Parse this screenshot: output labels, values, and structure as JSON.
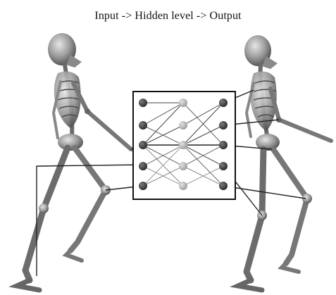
{
  "title": "Input -> Hidden level -> Output",
  "network": {
    "layers": [
      {
        "role": "input",
        "nodes": 5
      },
      {
        "role": "hidden",
        "nodes": 5
      },
      {
        "role": "output",
        "nodes": 5
      }
    ]
  },
  "figures": [
    "left-skeleton",
    "right-skeleton"
  ],
  "colors": {
    "background": "#ffffff",
    "line": "#222222",
    "input_node": "#3a3a3a",
    "hidden_node": "#b8b8b8",
    "output_node": "#3a3a3a",
    "bone": "#9a9a9a",
    "bone_dark": "#555555"
  }
}
